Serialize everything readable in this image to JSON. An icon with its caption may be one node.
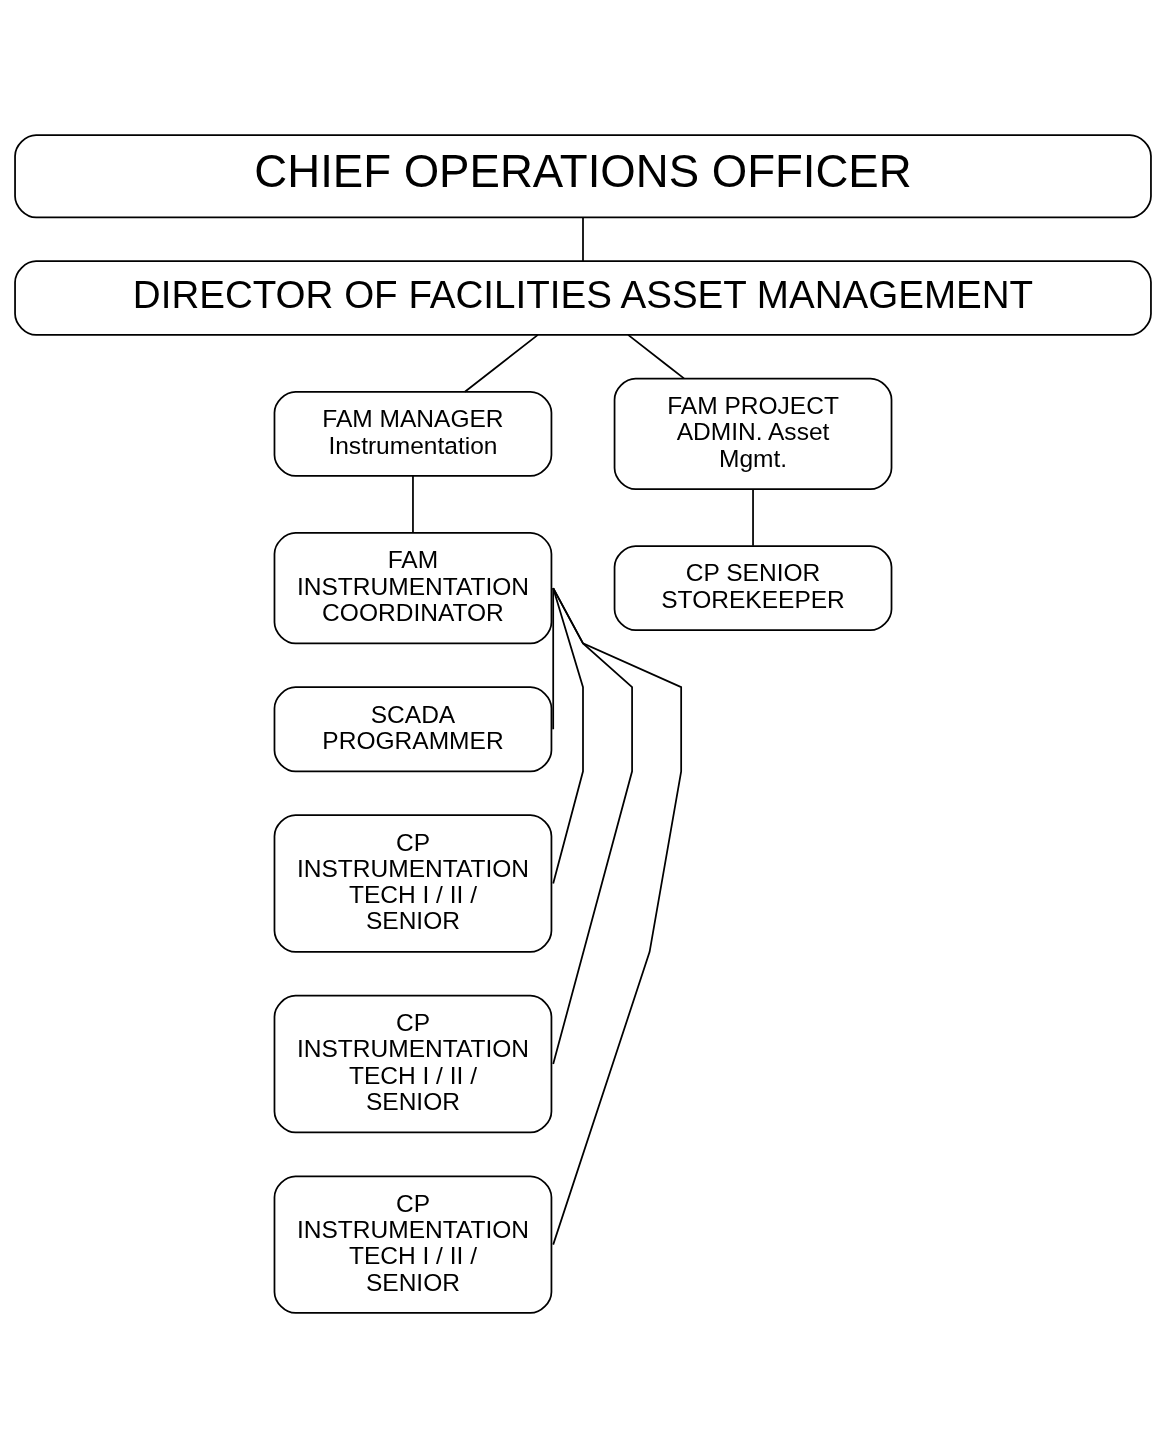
{
  "diagram": {
    "nodes": [
      {
        "text": [
          "CHIEF OPERATIONS OFFICER"
        ]
      },
      {
        "text": [
          "DIRECTOR OF FACILITIES ASSET MANAGEMENT"
        ]
      },
      {
        "text": [
          "FAM MANAGER Instrumentation"
        ]
      },
      {
        "text": [
          "FAM PROJECT ADMIN. Asset Mgmt."
        ]
      },
      {
        "text": [
          "FAM INSTRUMENTATION COORDINATOR"
        ]
      },
      {
        "text": [
          "SCADA PROGRAMMER"
        ]
      },
      {
        "text": [
          "CP INSTRUMENTATION TECH I / II / SENIOR"
        ]
      },
      {
        "text": [
          "CP INSTRUMENTATION TECH I / II / SENIOR"
        ]
      },
      {
        "text": [
          "CP INSTRUMENTATION TECH I / II / SENIOR"
        ]
      },
      {
        "text": [
          "CP SENIOR STOREKEEPER"
        ]
      }
    ],
    "edges": [
      {
        "from": 0,
        "to": 1,
        "arrow": "none"
      },
      {
        "from": 1,
        "to": 2,
        "arrow": "none"
      },
      {
        "from": 1,
        "to": 3,
        "arrow": "none"
      },
      {
        "from": 2,
        "to": 4,
        "arrow": "none"
      },
      {
        "from": 3,
        "to": 9,
        "arrow": "none"
      },
      {
        "from": 4,
        "to": 5,
        "arrow": "none"
      },
      {
        "from": 4,
        "to": 6,
        "arrow": "none"
      },
      {
        "from": 4,
        "to": 7,
        "arrow": "none"
      },
      {
        "from": 4,
        "to": 8,
        "arrow": "none"
      }
    ]
  }
}
